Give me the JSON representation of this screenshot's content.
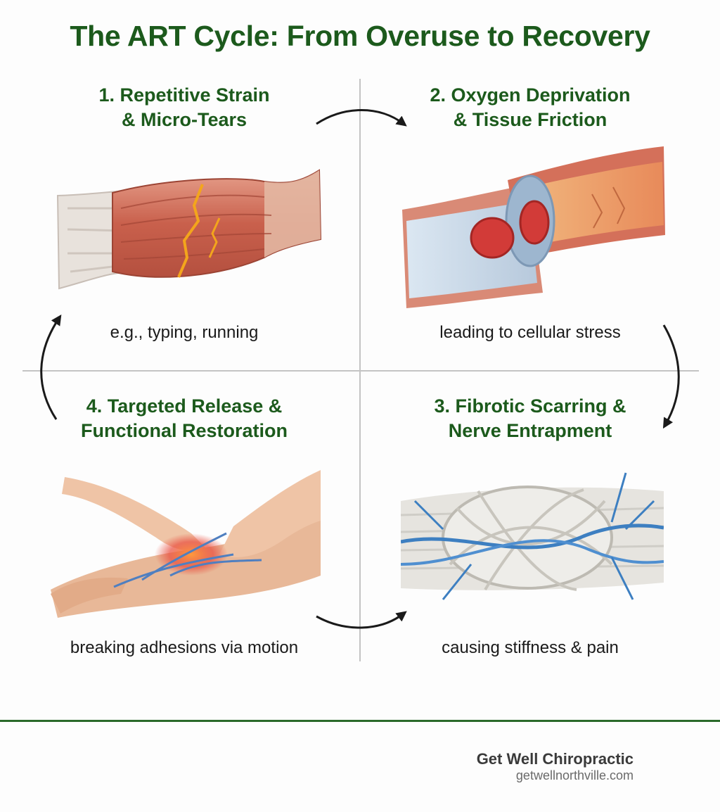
{
  "title": "The ART Cycle: From Overuse to Recovery",
  "steps": [
    {
      "line1": "1. Repetitive Strain",
      "line2": "& Micro-Tears",
      "caption": "e.g., typing, running",
      "illustration": "muscle-micro-tears-illustration"
    },
    {
      "line1": "2. Oxygen Deprivation",
      "line2": "& Tissue Friction",
      "caption": "leading to cellular stress",
      "illustration": "blood-vessel-illustration"
    },
    {
      "line1": "3. Fibrotic Scarring &",
      "line2": "Nerve Entrapment",
      "caption": "causing stiffness & pain",
      "illustration": "scar-tissue-nerve-illustration"
    },
    {
      "line1": "4. Targeted Release &",
      "line2": "Functional Restoration",
      "caption": "breaking adhesions via motion",
      "illustration": "hands-treatment-illustration"
    }
  ],
  "footer": {
    "brand": "Get Well Chiropractic",
    "website": "getwellnorthville.com"
  },
  "colors": {
    "title_green": "#1c5a1c",
    "footer_rule": "#2a6a2a",
    "divider": "#c4c4c4"
  }
}
